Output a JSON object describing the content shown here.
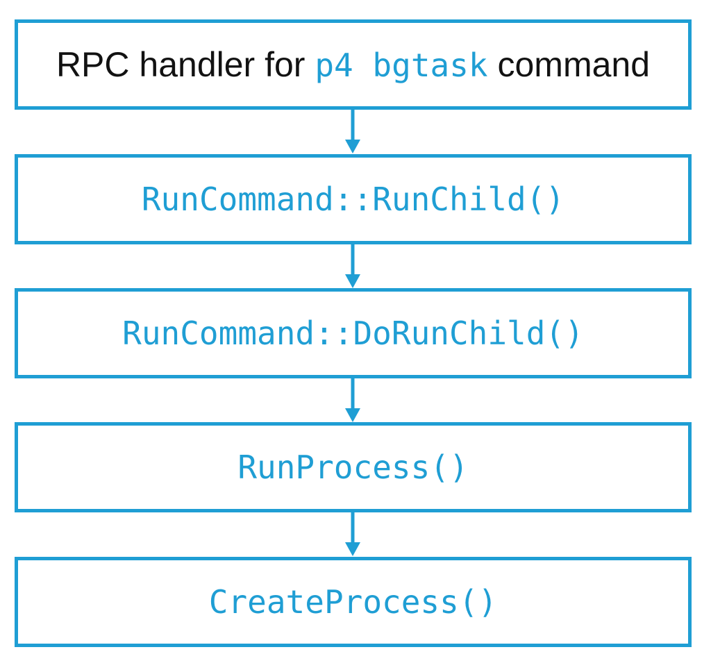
{
  "diagram": {
    "type": "flowchart",
    "orientation": "top-to-bottom",
    "colors": {
      "accent": "#1f9ed4",
      "text_black": "#121212",
      "background": "#ffffff"
    },
    "nodes": [
      {
        "id": "rpc-handler",
        "style": "mixed",
        "prefix_text": "RPC handler for ",
        "code_text": "p4 bgtask",
        "suffix_text": " command",
        "full_text": "RPC handler for p4 bgtask command"
      },
      {
        "id": "run-child",
        "style": "code",
        "label": "RunCommand::RunChild()"
      },
      {
        "id": "do-run-child",
        "style": "code",
        "label": "RunCommand::DoRunChild()"
      },
      {
        "id": "run-process",
        "style": "code",
        "label": "RunProcess()"
      },
      {
        "id": "create-process",
        "style": "code",
        "label": "CreateProcess()"
      }
    ],
    "edges": [
      {
        "from": "rpc-handler",
        "to": "run-child",
        "label": ""
      },
      {
        "from": "run-child",
        "to": "do-run-child",
        "label": ""
      },
      {
        "from": "do-run-child",
        "to": "run-process",
        "label": ""
      },
      {
        "from": "run-process",
        "to": "create-process",
        "label": ""
      }
    ]
  }
}
